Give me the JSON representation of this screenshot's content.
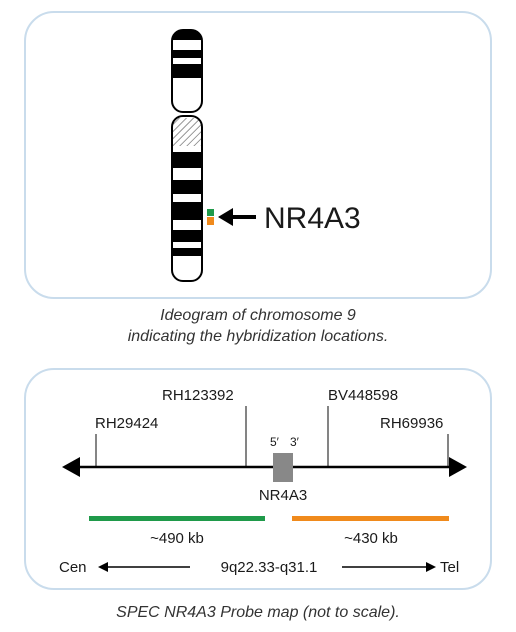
{
  "ideogram": {
    "gene_label": "NR4A3",
    "probe_colors": {
      "green": "#1f9a4a",
      "orange": "#f08a1c"
    },
    "caption_line1": "Ideogram of chromosome 9",
    "caption_line2": "indicating the hybridization locations."
  },
  "probe_map": {
    "markers": [
      "RH29424",
      "RH123392",
      "BV448598",
      "RH69936"
    ],
    "gene": "NR4A3",
    "five_prime": "5′",
    "three_prime": "3′",
    "green_probe": {
      "size": "~490 kb",
      "color": "#1f9a4a"
    },
    "orange_probe": {
      "size": "~430 kb",
      "color": "#f08a1c"
    },
    "cen_label": "Cen",
    "band_label": "9q22.33-q31.1",
    "tel_label": "Tel",
    "caption": "SPEC NR4A3 Probe map (not to scale)."
  }
}
